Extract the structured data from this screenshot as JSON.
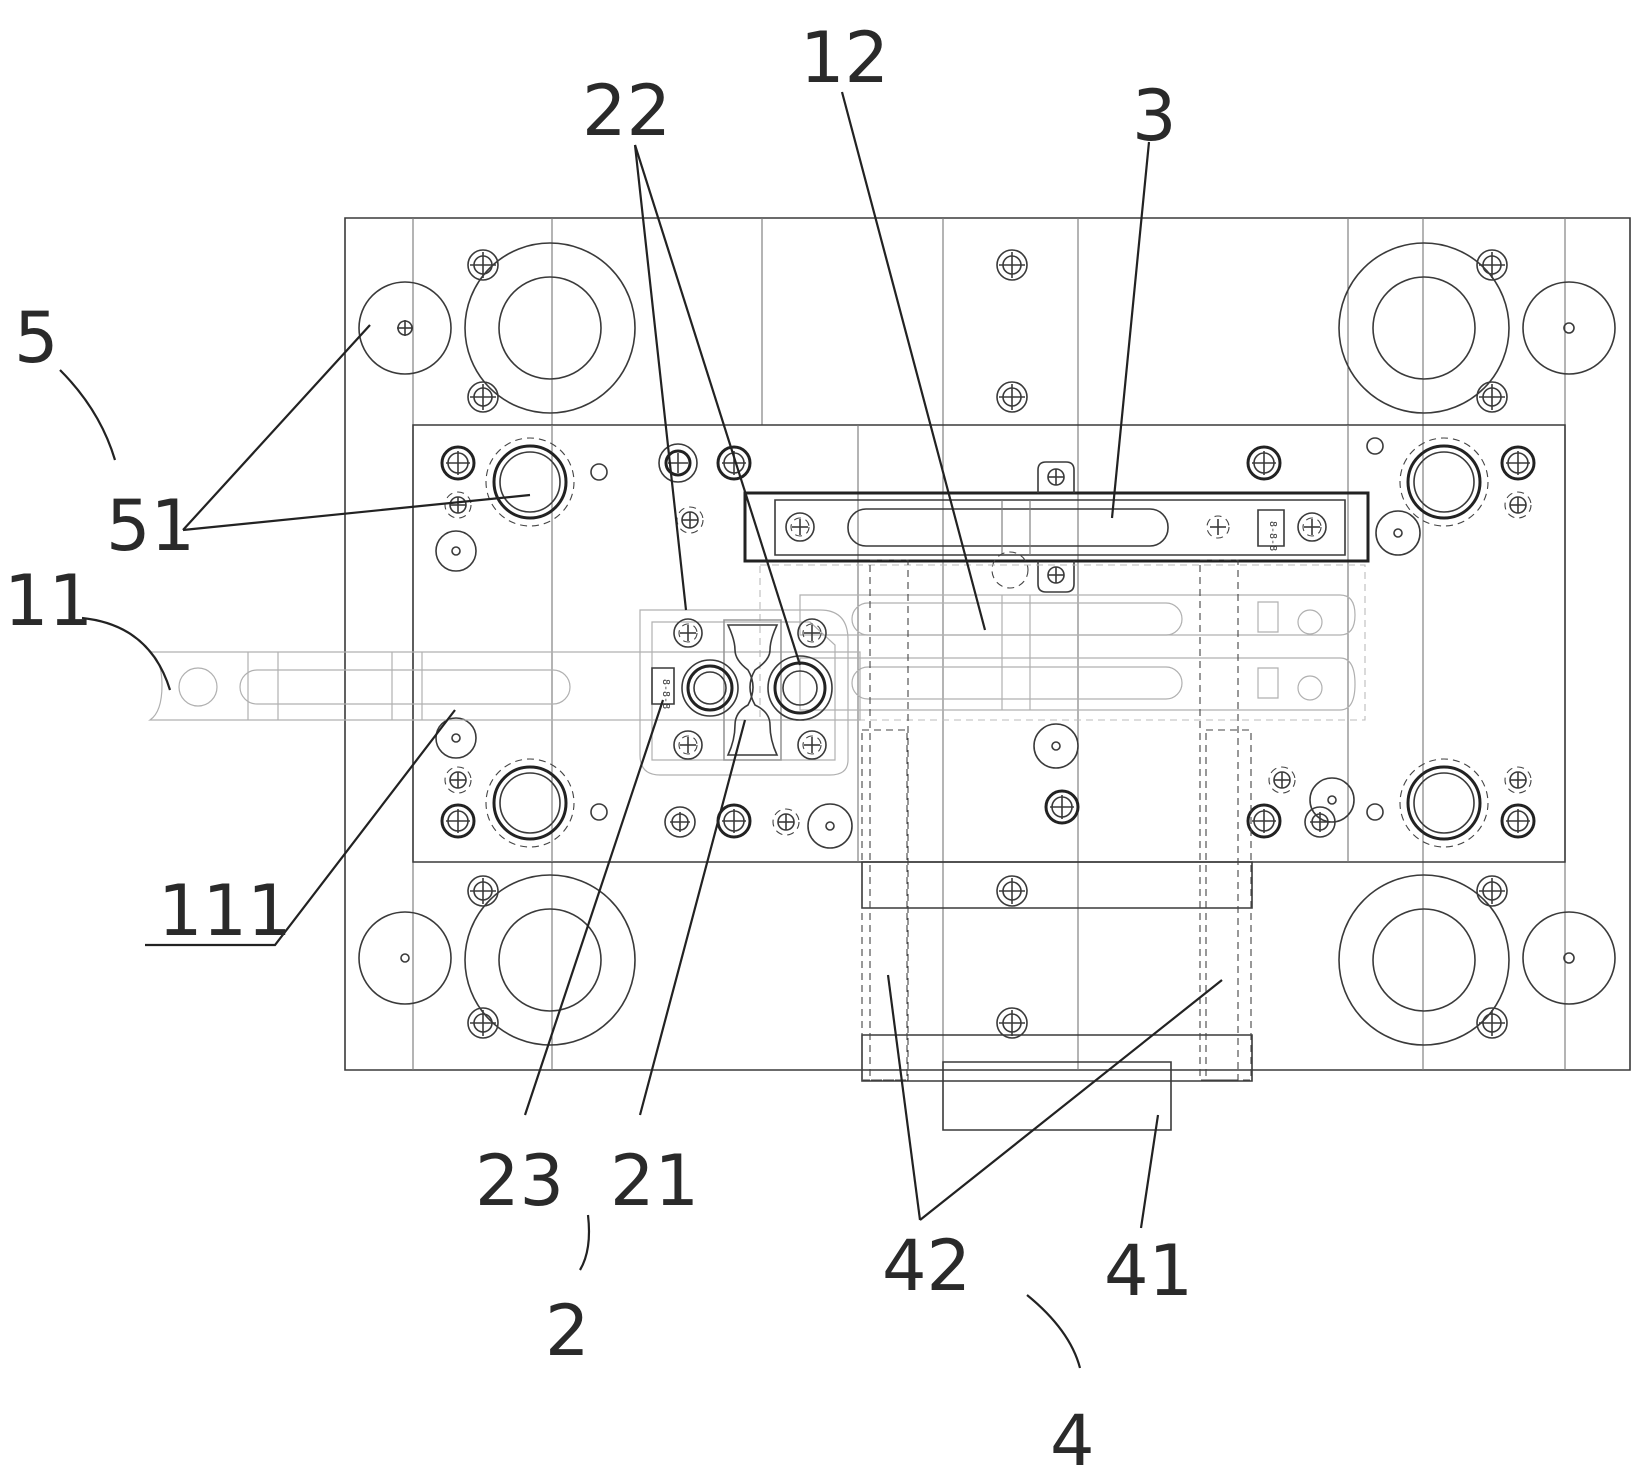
{
  "callouts": {
    "c22": "22",
    "c12": "12",
    "c3": "3",
    "c5": "5",
    "c51": "51",
    "c11": "11",
    "c111": "111",
    "c23": "23",
    "c21": "21",
    "c2": "2",
    "c42": "42",
    "c41": "41",
    "c4": "4"
  },
  "colors": {
    "line": "#3a3a3a",
    "faint": "#b0b0b0",
    "text": "#2a2a2a"
  }
}
